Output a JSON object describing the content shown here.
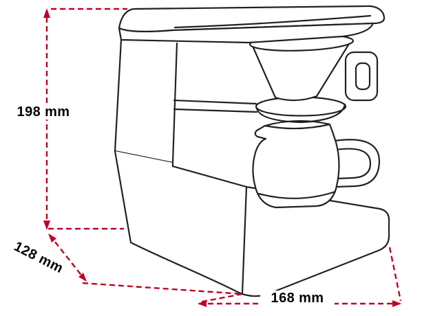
{
  "diagram": {
    "subject": "coffee-maker-dimension-drawing",
    "labels": {
      "height": "198 mm",
      "depth": "128 mm",
      "width": "168 mm"
    },
    "colors": {
      "dimension": "#c10024",
      "line": "#231f20",
      "background": "#ffffff"
    }
  }
}
